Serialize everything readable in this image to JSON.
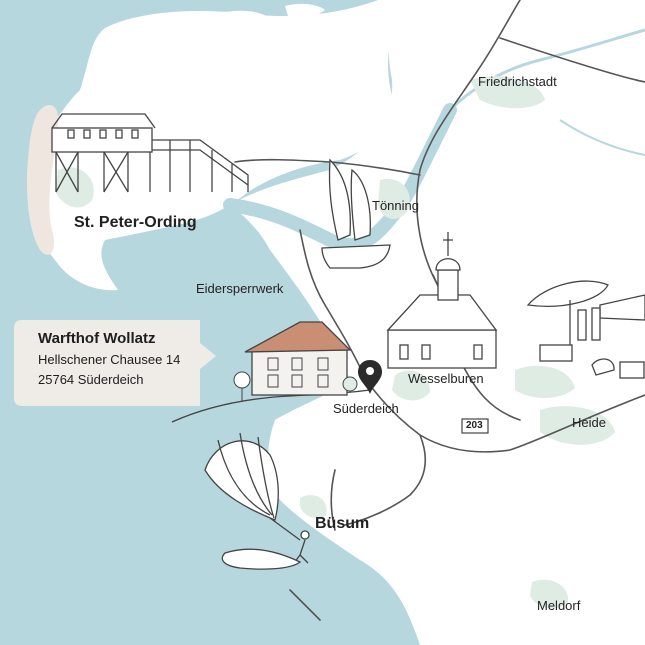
{
  "map": {
    "colors": {
      "water": "#b7d7df",
      "land": "#ffffff",
      "green": "#dfece4",
      "road": "#555555",
      "callout": "#efebe6",
      "roof": "#c98e74",
      "pin": "#2b2b2b"
    },
    "places": {
      "friedrichstadt": "Friedrichstadt",
      "st_peter_ording": "St. Peter-Ording",
      "toenning": "Tönning",
      "eidersperrwerk": "Eidersperrwerk",
      "wesselburen": "Wesselburen",
      "suederdeich": "Süderdeich",
      "heide": "Heide",
      "buesum": "Büsum",
      "meldorf": "Meldorf"
    },
    "road_shield": "203",
    "callout": {
      "title": "Warfthof Wollatz",
      "street": "Hellschener Chausee 14",
      "city": "25764 Süderdeich"
    },
    "icons": [
      "map-pin-icon",
      "stilt-house-icon",
      "sailboat-icon",
      "church-icon",
      "farmhouse-icon",
      "market-stall-icon",
      "kitesurfer-icon"
    ]
  }
}
